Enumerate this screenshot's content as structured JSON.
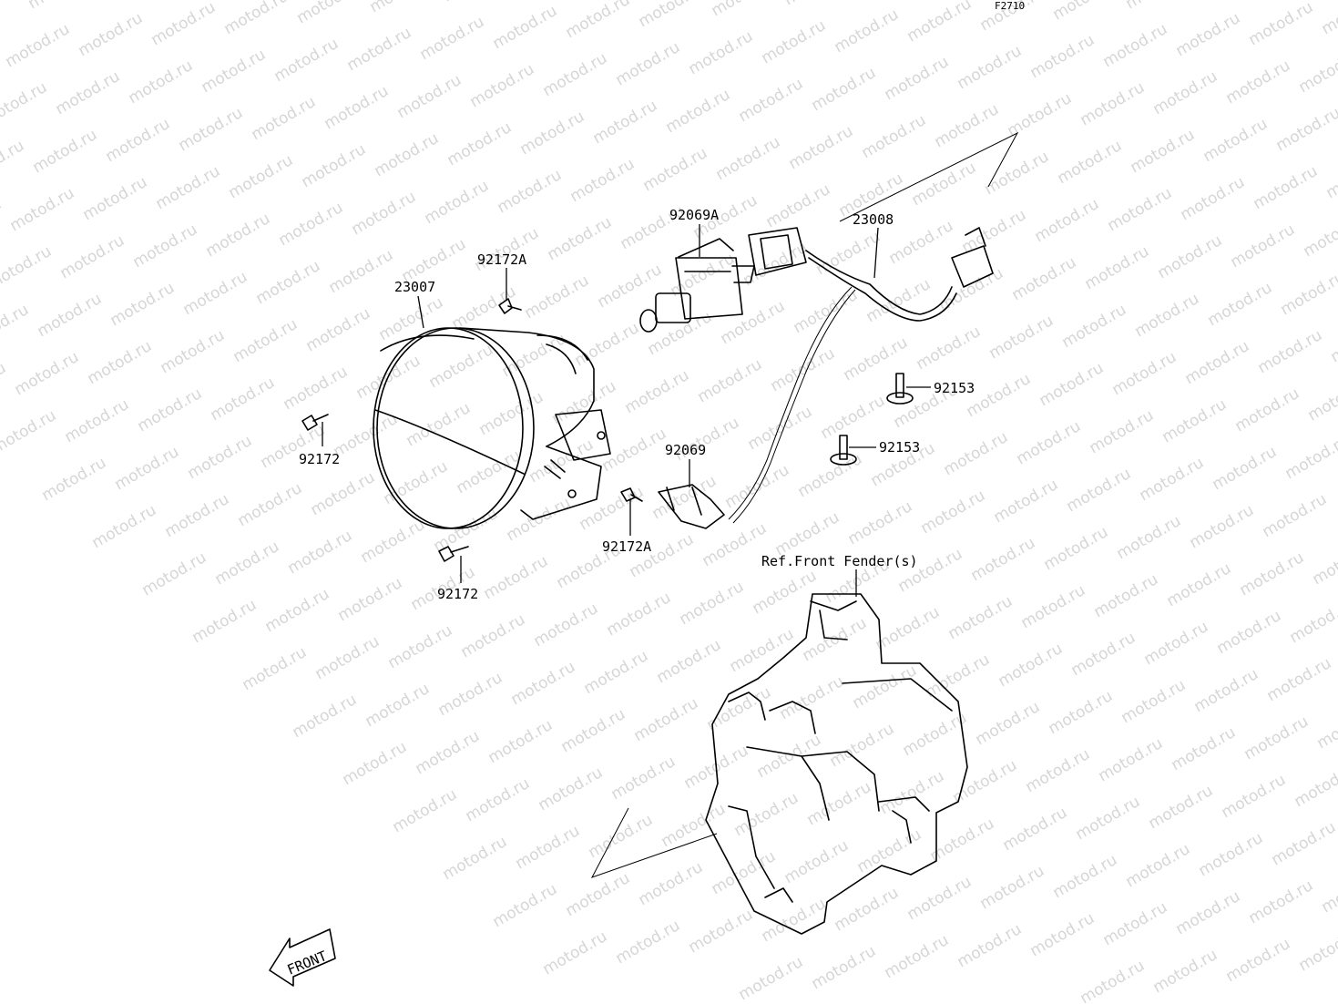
{
  "figure_code": "F2710",
  "watermark": "motod.ru",
  "labels": {
    "headlight_assy": "23007",
    "bulb_main": "92069A",
    "harness": "23008",
    "screw_a_top": "92172A",
    "screw_left": "92172",
    "screw_bottom": "92172",
    "screw_a_bottom": "92172A",
    "bulb_position": "92069",
    "bolt_upper": "92153",
    "bolt_lower": "92153",
    "reference": "Ref.Front Fender(s)",
    "front_arrow": "FRONT"
  }
}
